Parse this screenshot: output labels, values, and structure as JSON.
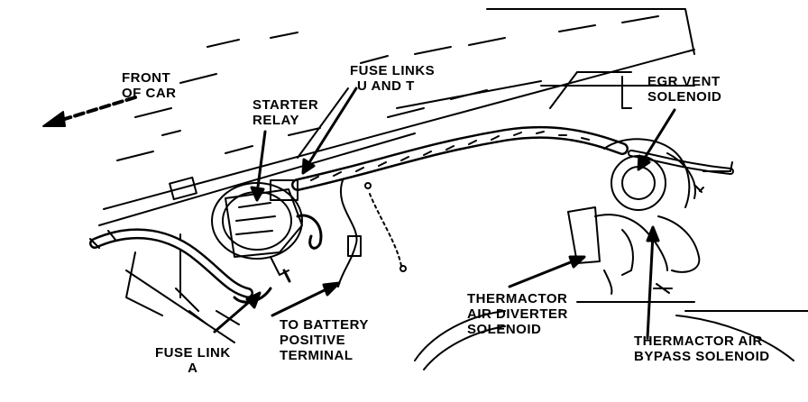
{
  "labels": {
    "front_of_car": [
      "FRONT",
      "OF CAR"
    ],
    "fuse_links_u_t": [
      "FUSE LINKS",
      "U AND T"
    ],
    "starter_relay": [
      "STARTER",
      "RELAY"
    ],
    "egr_vent_solenoid": [
      "EGR VENT",
      "SOLENOID"
    ],
    "fuse_link_a": [
      "FUSE LINK",
      "A"
    ],
    "to_battery": [
      "TO BATTERY",
      "POSITIVE",
      "TERMINAL"
    ],
    "thermactor_air_diverter": [
      "THERMACTOR",
      "AIR DIVERTER",
      "SOLENOID"
    ],
    "thermactor_air_bypass": [
      "THERMACTOR AIR",
      "BYPASS SOLENOID"
    ]
  },
  "colors": {
    "ink": "#000000",
    "paper": "#ffffff"
  }
}
